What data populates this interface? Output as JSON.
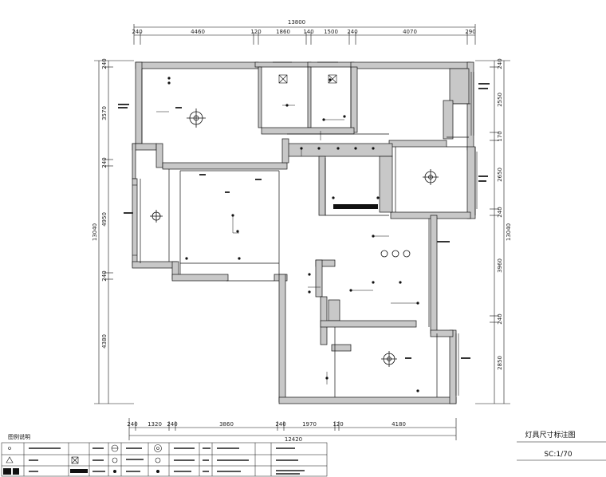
{
  "drawing": {
    "title": "灯具尺寸标注图",
    "scale": "SC:1/70"
  },
  "dimensions": {
    "top_total": "13800",
    "top_segments": [
      "240",
      "4460",
      "120",
      "1860",
      "140",
      "1500",
      "240",
      "4070",
      "290"
    ],
    "bottom_total": "12420",
    "bottom_segments": [
      "240",
      "1320",
      "240",
      "3860",
      "240",
      "1970",
      "120",
      "4180"
    ],
    "left_total": "13040",
    "left_segments": [
      "240",
      "3570",
      "240",
      "4950",
      "240",
      "4380"
    ],
    "right_total": "13040",
    "right_segments": [
      "240",
      "2550",
      "170",
      "2650",
      "240",
      "3960",
      "240",
      "2850"
    ]
  },
  "legend": {
    "title": "图例说明"
  },
  "colors": {
    "wall_fill": "#c8c8c8",
    "line": "#111111",
    "background": "#ffffff"
  }
}
